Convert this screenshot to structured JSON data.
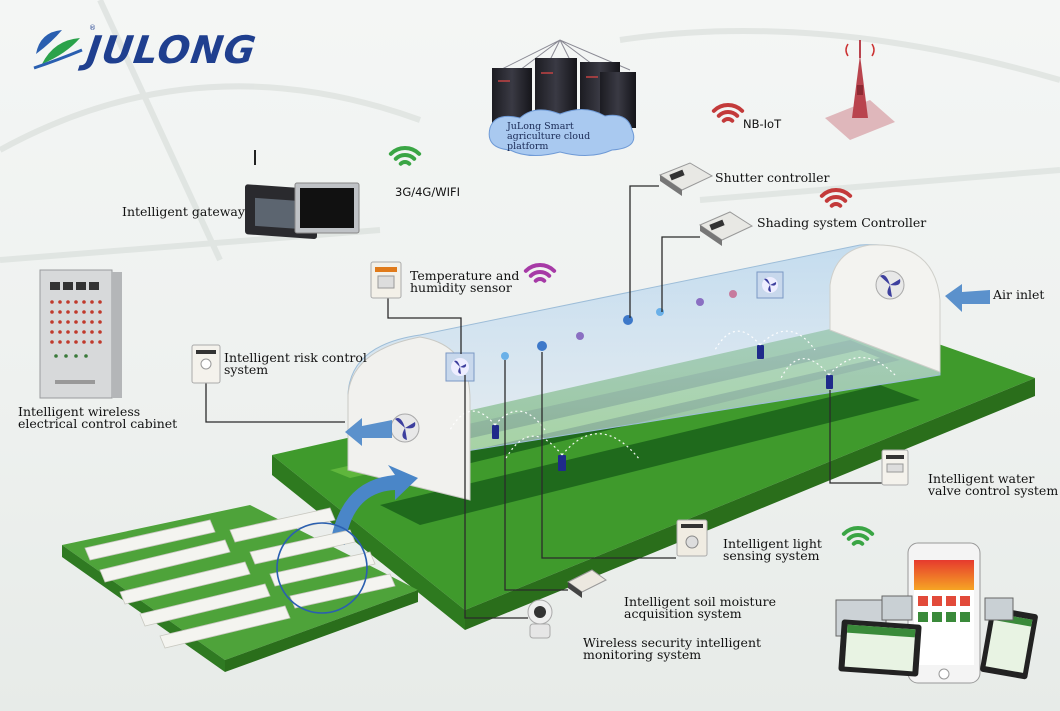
{
  "brand": {
    "name": "JULONG",
    "registered_mark": "®",
    "colors": {
      "primary": "#1f3f8f",
      "accent": "#2aa24a",
      "sky": "#4a86c8"
    }
  },
  "cloud_platform": {
    "label": "JuLong Smart agriculture cloud platform",
    "icon": "server-rack-icon"
  },
  "connectivity": {
    "nb_iot": "NB-IoT",
    "wireless": "3G/4G/WIFI"
  },
  "components": {
    "gateway": "Intelligent gateway",
    "shutter": "Shutter controller",
    "shading": "Shading system Controller",
    "temp_humidity": "Temperature and\nhumidity sensor",
    "air_inlet": "Air inlet",
    "risk_control": "Intelligent risk control\nsystem",
    "cabinet": "Intelligent wireless\nelectrical control cabinet",
    "water_valve": "Intelligent water\nvalve control system",
    "light_sensing": "Intelligent light\nsensing system",
    "soil_moisture": "Intelligent soil moisture\nacquisition system",
    "security": "Wireless security intelligent\nmonitoring system"
  },
  "icons": [
    "wifi-signal-icon",
    "antenna-tower-icon",
    "fan-icon",
    "sprinkler-icon",
    "camera-icon",
    "smartphone-icon",
    "tablet-icon"
  ]
}
